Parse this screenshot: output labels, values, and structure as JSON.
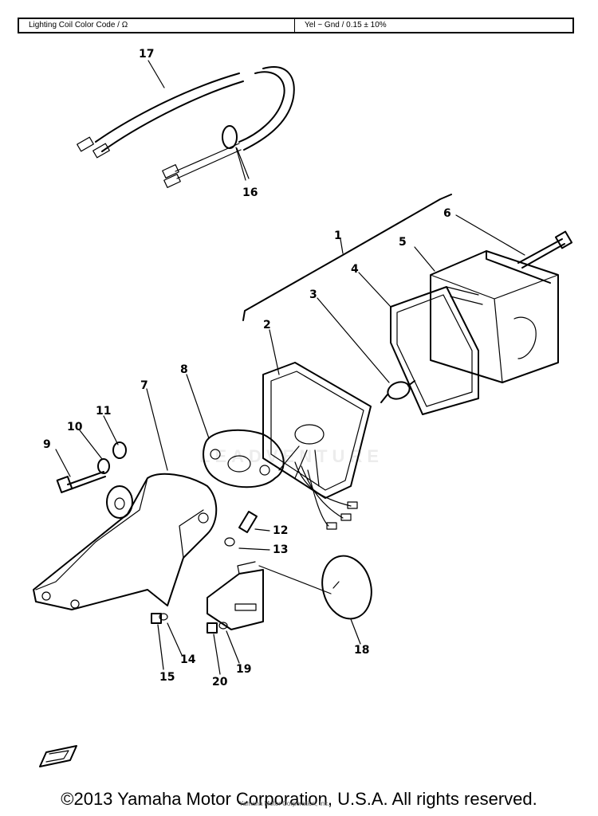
{
  "header": {
    "left_label": "Lighting Coil Color Code / Ω",
    "right_value": "Yel ~ Gnd / 0.15 ± 10%"
  },
  "callouts": [
    "1",
    "2",
    "3",
    "4",
    "5",
    "6",
    "7",
    "8",
    "9",
    "10",
    "11",
    "12",
    "13",
    "14",
    "15",
    "16",
    "17",
    "18",
    "19",
    "20"
  ],
  "watermark": "LEADVENTURE",
  "footer": {
    "copyright": "©2013 Yamaha Motor Corporation, U.S.A. All rights reserved.",
    "sub_note": "Yamaha Motor Corporation, Inc."
  }
}
